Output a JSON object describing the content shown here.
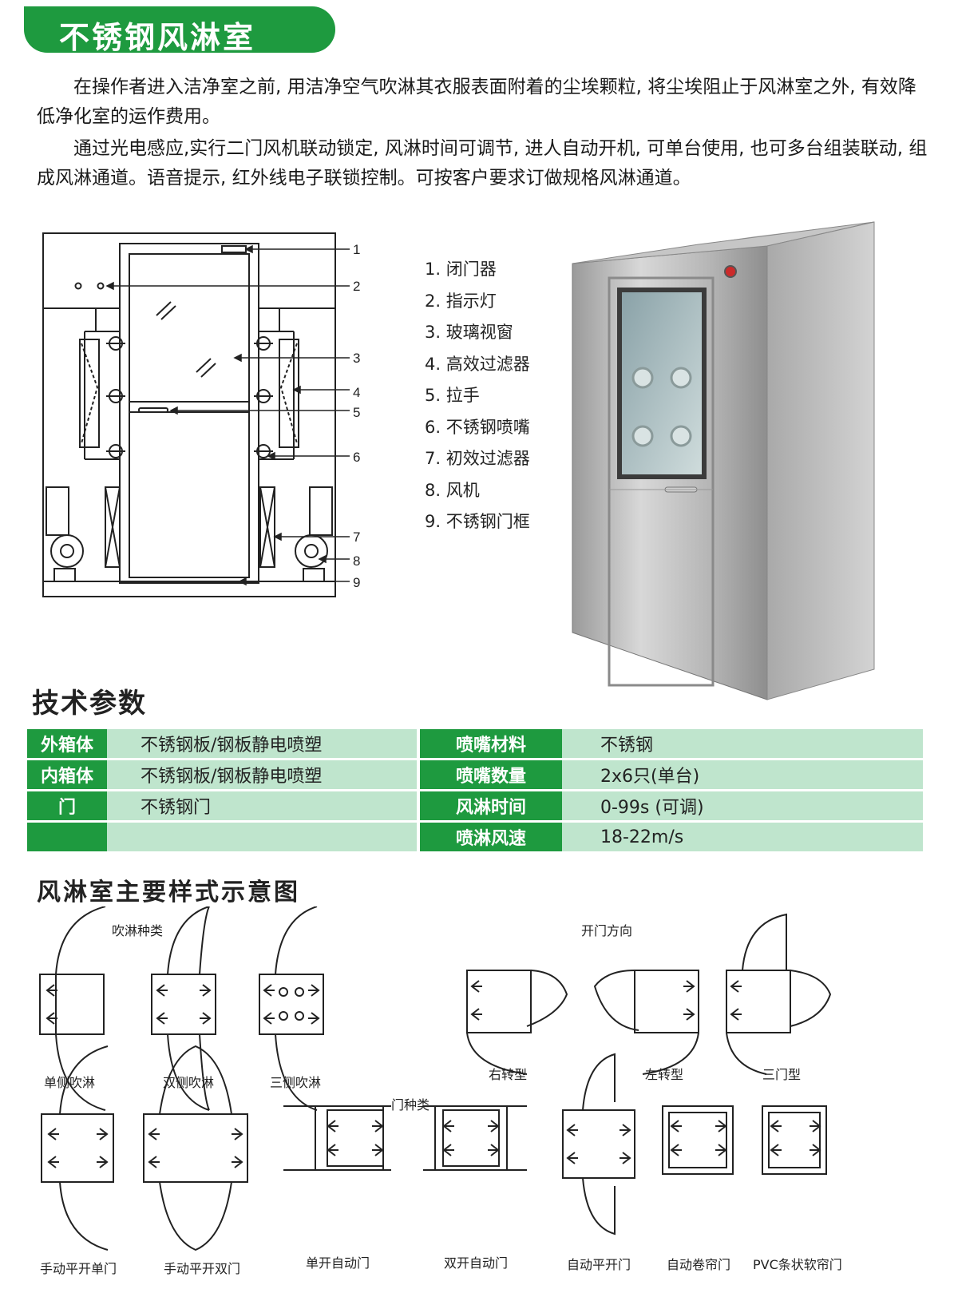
{
  "title": "不锈钢风淋室",
  "intro": {
    "p1": "在操作者进入洁净室之前, 用洁净空气吹淋其衣服表面附着的尘埃颗粒, 将尘埃阻止于风淋室之外, 有效降低净化室的运作费用。",
    "p2": "通过光电感应,实行二门风机联动锁定, 风淋时间可调节, 进人自动开机, 可单台使用, 也可多台组装联动, 组成风淋通道。语音提示, 红外线电子联锁控制。可按客户要求订做规格风淋通道。"
  },
  "diagram_callouts": [
    "1",
    "2",
    "3",
    "4",
    "5",
    "6",
    "7",
    "8",
    "9"
  ],
  "legend": [
    "1. 闭门器",
    "2. 指示灯",
    "3. 玻璃视窗",
    "4. 高效过滤器",
    "5. 拉手",
    "6. 不锈钢喷嘴",
    "7. 初效过滤器",
    "8. 风机",
    "9. 不锈钢门框"
  ],
  "tech": {
    "title": "技术参数",
    "rows": [
      {
        "l1": "外箱体",
        "v1": "不锈钢板/钢板静电喷塑",
        "l2": "喷嘴材料",
        "v2": "不锈钢"
      },
      {
        "l1": "内箱体",
        "v1": "不锈钢板/钢板静电喷塑",
        "l2": "喷嘴数量",
        "v2": "2x6只(单台)"
      },
      {
        "l1": "门",
        "v1": "不锈钢门",
        "l2": "风淋时间",
        "v2": "0-99s (可调)"
      },
      {
        "l1": "",
        "v1": "",
        "l2": "喷淋风速",
        "v2": "18-22m/s"
      }
    ]
  },
  "styles": {
    "title": "风淋室主要样式示意图",
    "group_labels": {
      "spray": "吹淋种类",
      "door_dir": "开门方向",
      "door_type": "门种类"
    },
    "captions": {
      "single": "单侧吹淋",
      "double": "双侧吹淋",
      "triple": "三侧吹淋",
      "right": "右转型",
      "left": "左转型",
      "three_door": "三门型",
      "manual_single": "手动平开单门",
      "manual_double": "手动平开双门",
      "auto_single": "单开自动门",
      "auto_double": "双开自动门",
      "auto_swing": "自动平开门",
      "auto_roll": "自动卷帘门",
      "pvc": "PVC条状软帘门"
    }
  },
  "colors": {
    "brand_green": "#1e9a3f",
    "table_light": "#bfe5cd"
  }
}
